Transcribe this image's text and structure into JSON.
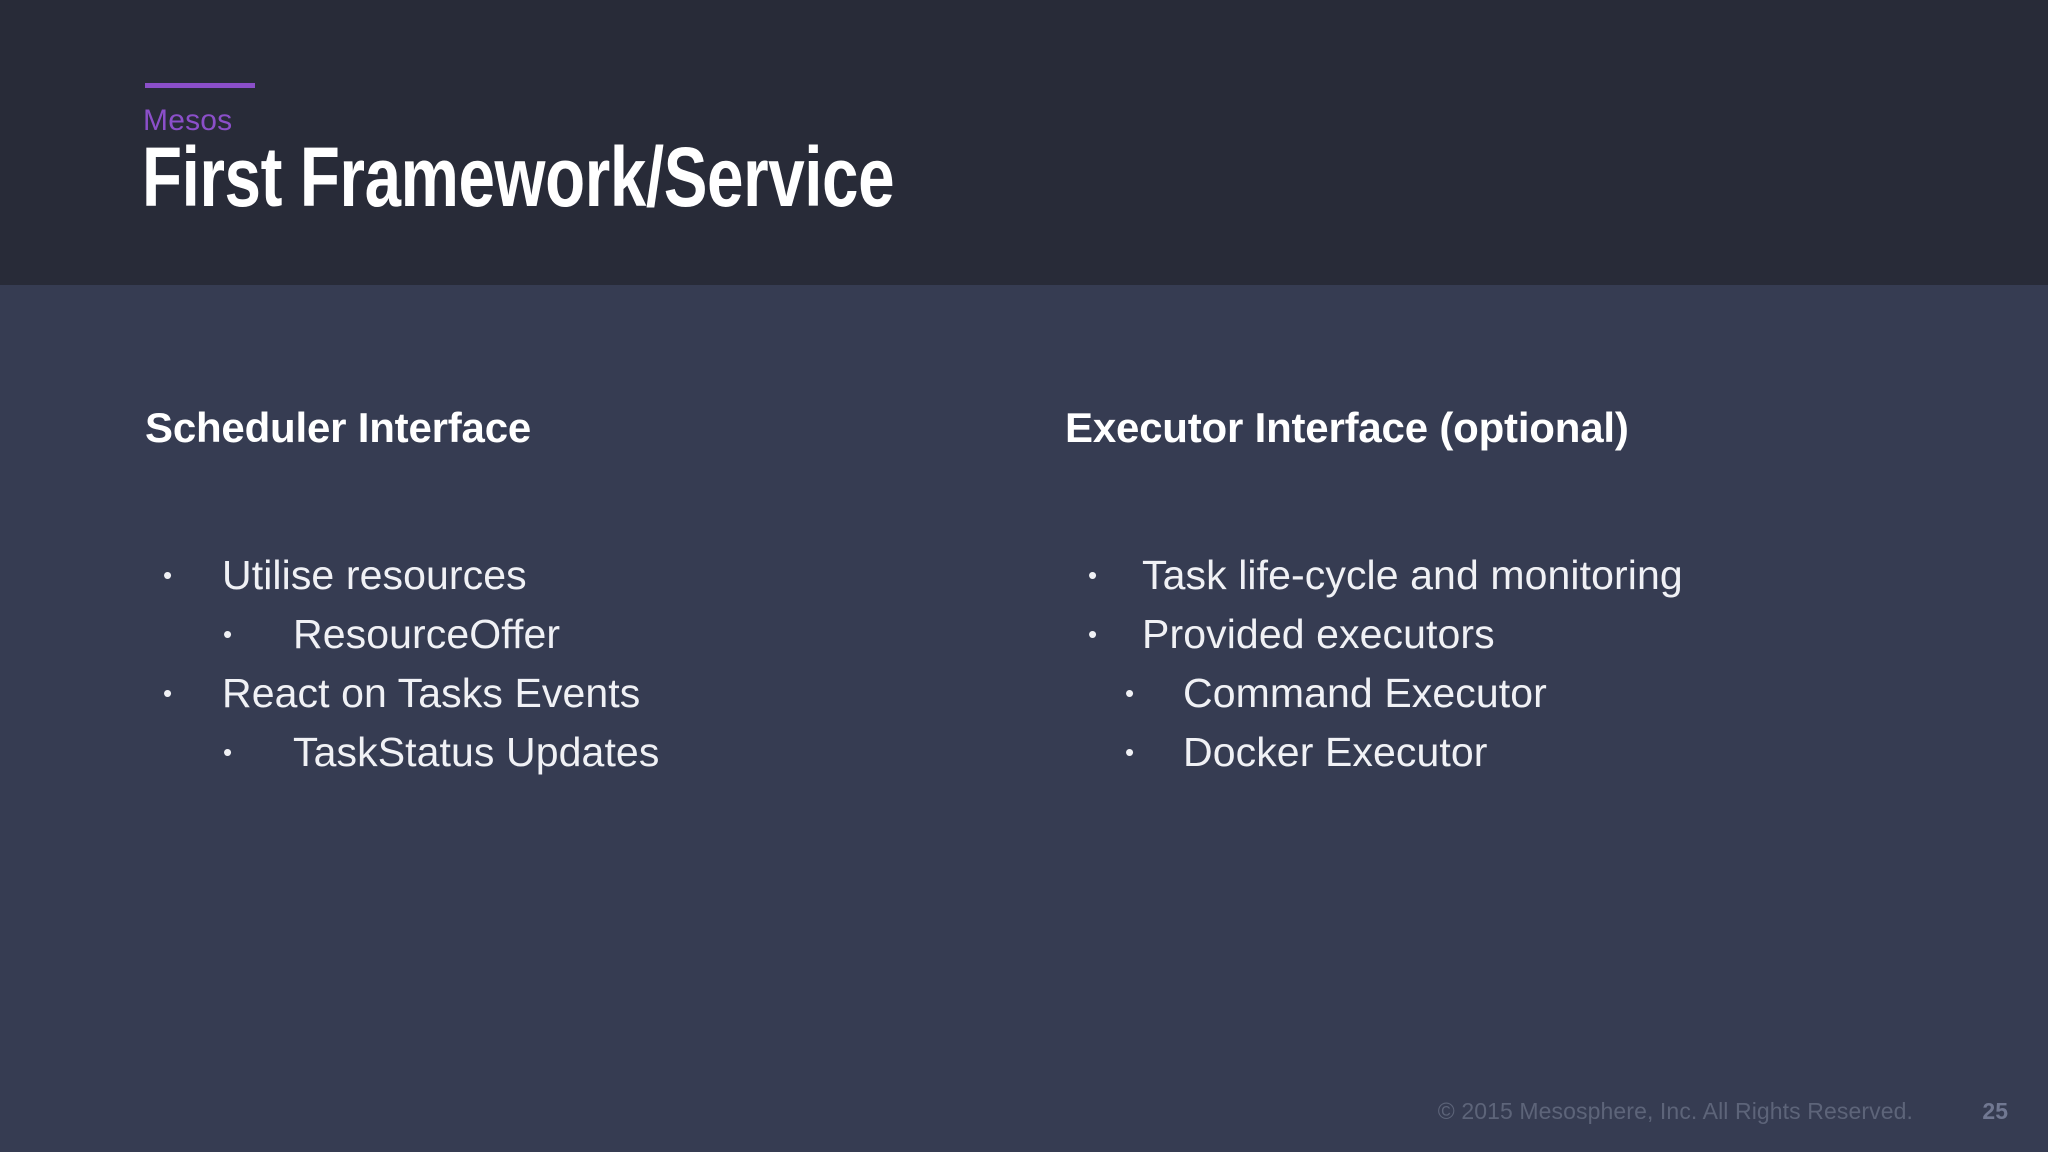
{
  "header": {
    "eyebrow": "Mesos",
    "title": "First Framework/Service",
    "accent_color": "#8b4fc9",
    "background_color": "#282b38"
  },
  "theme": {
    "body_background": "#363c52",
    "text_color": "#f0f1f5",
    "muted_text_color": "#5d6479"
  },
  "columns": [
    {
      "heading": "Scheduler Interface",
      "bullets": [
        {
          "level": 1,
          "marker": "•",
          "text": "Utilise resources"
        },
        {
          "level": 2,
          "marker": "•",
          "text": "ResourceOffer"
        },
        {
          "level": 1,
          "marker": "•",
          "text": "React on Tasks Events"
        },
        {
          "level": 2,
          "marker": "•",
          "text": "TaskStatus Updates"
        }
      ]
    },
    {
      "heading": "Executor Interface (optional)",
      "bullets": [
        {
          "level": 1,
          "marker": "•",
          "text": "Task life-cycle and monitoring"
        },
        {
          "level": 1,
          "marker": "•",
          "text": "Provided executors"
        },
        {
          "level": 2,
          "marker": "•",
          "text": "Command Executor"
        },
        {
          "level": 2,
          "marker": "•",
          "text": "Docker Executor"
        }
      ]
    }
  ],
  "footer": {
    "copyright": "© 2015 Mesosphere, Inc. All Rights Reserved.",
    "page_number": "25"
  }
}
